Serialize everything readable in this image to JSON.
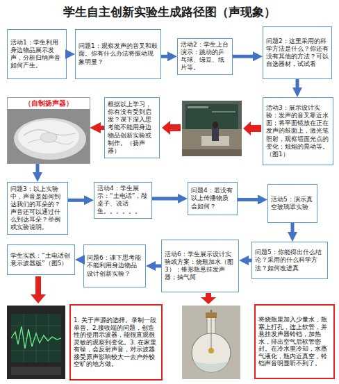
{
  "diagram": {
    "title": "学生自主创新实验生成路径图（声现象）",
    "nodes": [
      {
        "text": [
          "活动1：学生利用身边物品展示发声，分析归纳声音如何产生。"
        ]
      },
      {
        "text": [
          "问题1：观察发声的音叉和鼓面。你有什么办法将振动现象明显？"
        ]
      },
      {
        "text": [
          "活动2：学生上台演示：跳动的乒乓球、绿豆、纸片等。"
        ]
      },
      {
        "text": [
          "问题2：这里采用的科学方法是什么？你还有没有其他的方法？可以自选器材，试试看"
        ]
      },
      {
        "text": [
          "活动3：展示设计实验：发声的音叉靠近水面；将平面镜放在正在发声的鼓面上，激光笔照射，观察墙面光点的变化；烛焰的晃动等。（图1）"
        ]
      },
      {
        "text": [
          "根据以上学习，你有没有受到启发？课下深入思考能不能用身边物品创新实验或制作。（扬声器）"
        ]
      },
      {
        "text": [
          "（自制扬声器）"
        ]
      },
      {
        "text": [
          "问题3：以上实验中，声音是如何到达我们的耳朵的？声音还可以通过什么到达耳朵？举例或实验说明。"
        ]
      },
      {
        "text": [
          "活动4：学生展示：“土电话”，敲桌子、说话鱼。。。。。。"
        ]
      },
      {
        "text": [
          "问题4：若没有以上传播物质会如何？"
        ]
      },
      {
        "text": [
          "活动5：演示真空玻璃罩实验"
        ]
      },
      {
        "text": [
          "问题5：你能得出什么结论？采用的什么科学方法？如何改进真"
        ]
      },
      {
        "text": [
          "活动6：学生展示设计实验或方案：烧瓶加水（图3）；锥形瓶悬挂发声器；抽气筒"
        ]
      },
      {
        "text": [
          "问题6：课下思考能不能利用身边物品设计创新实验？"
        ]
      },
      {
        "text": [
          "学生实践：“土电话创意示波器版”（图5）"
        ]
      },
      {
        "text": [
          "1. 关于声源的选择。录制一段单音。2.接收端的问题，创造性的使用示波器，能很直观很灵敏的观察到变化。3. 在家里有噪，会反射声音，对示波器接受原声影响较大一去户外较空旷的地方做。"
        ]
      },
      {
        "text": [
          "将烧瓶里加入少量水，瓶塞上打孔，连上软管，并悬挂发声器铃铛，加热水，排出空气后软管密封。在冷水里冷却，水蒸气液化，瓶内近真空，铃铛声音明显听不到了。"
        ]
      }
    ],
    "edges": [
      {
        "from": 0,
        "to": 1,
        "arrow": "to"
      },
      {
        "from": 1,
        "to": 2,
        "arrow": "to"
      },
      {
        "from": 2,
        "to": 3,
        "arrow": "to"
      },
      {
        "from": 3,
        "to": 4,
        "arrow": "to"
      },
      {
        "from": 5,
        "to": 6,
        "arrow": "to"
      },
      {
        "from": 6,
        "to": 7,
        "arrow": "to"
      },
      {
        "from": 7,
        "to": 8,
        "arrow": "to"
      },
      {
        "from": 8,
        "to": 9,
        "arrow": "to"
      },
      {
        "from": 9,
        "to": 10,
        "arrow": "to"
      },
      {
        "from": 10,
        "to": 11,
        "arrow": "to"
      },
      {
        "from": 11,
        "to": 12,
        "arrow": "to"
      },
      {
        "from": 12,
        "to": 13,
        "arrow": "to"
      },
      {
        "from": 13,
        "to": 14,
        "arrow": "to"
      }
    ]
  }
}
